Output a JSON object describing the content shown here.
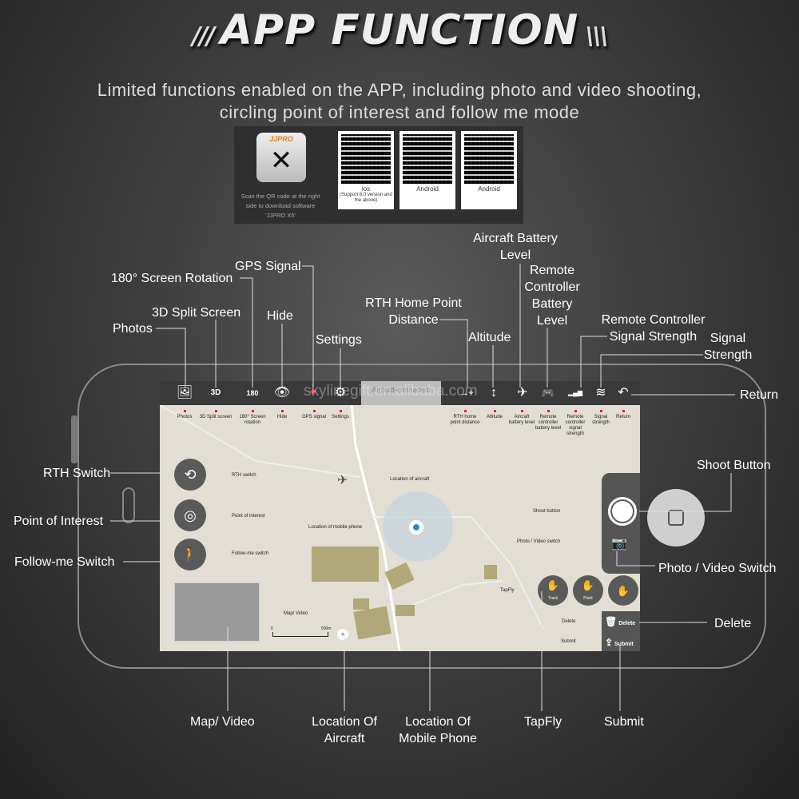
{
  "header": {
    "slash_left": "/// ",
    "title": "APP FUNCTION",
    "slash_right": " \\\\\\",
    "subtitle_line1": "Limited functions enabled on the APP, including photo and video shooting,",
    "subtitle_line2": "circling point of interest and follow me mode"
  },
  "download": {
    "app_brand": "JJPRO",
    "scan_text": "Scan the QR code at the right side to download software 'JJPRO X5'",
    "qr_codes": [
      {
        "label": "ios",
        "note": "(Support 8.0 version and the above)"
      },
      {
        "label": "Android",
        "note": ""
      },
      {
        "label": "Android",
        "note": ""
      }
    ]
  },
  "screen": {
    "search_text": "Aircraft-connected",
    "watermark": "skylinegift.en.alibaba.com",
    "toolbar": [
      {
        "icon": "photos-icon",
        "glyph": "🖼",
        "label": "Photos"
      },
      {
        "icon": "3d-view-icon",
        "glyph": "3D",
        "label": "3D Split screen"
      },
      {
        "icon": "rotation-icon",
        "glyph": "180",
        "label": "180° Screen rotation"
      },
      {
        "icon": "eye-icon",
        "glyph": "👁",
        "label": "Hide"
      },
      {
        "icon": "gps-icon",
        "glyph": "✦",
        "label": "GPS signal"
      },
      {
        "icon": "gear-icon",
        "glyph": "⚙",
        "label": "Settings"
      },
      {
        "icon": "home-distance-icon",
        "glyph": "→⌖",
        "label": "RTH home point distance"
      },
      {
        "icon": "altitude-icon",
        "glyph": "↕",
        "label": "Altitude"
      },
      {
        "icon": "aircraft-battery-icon",
        "glyph": "✈",
        "label": "Aircraft battery level"
      },
      {
        "icon": "controller-battery-icon",
        "glyph": "🎮",
        "label": "Remote controller battery level"
      },
      {
        "icon": "controller-signal-icon",
        "glyph": "▂▄▆",
        "label": "Remote controller signal strength"
      },
      {
        "icon": "wifi-icon",
        "glyph": "≋",
        "label": "Signal strength"
      },
      {
        "icon": "return-icon",
        "glyph": "↶",
        "label": "Return"
      }
    ],
    "map_labels": {
      "rth": "RTH switch",
      "poi": "Point of interest",
      "follow": "Follow-me switch",
      "aircraft": "Location of aircraft",
      "phone": "Location of mobile phone",
      "mapvideo": "Map/ Video",
      "shoot": "Shoot button",
      "photovideo": "Photo / Video switch",
      "tapfly": "TapFly",
      "delete": "Delete",
      "submit": "Submit",
      "scale_start": "0",
      "scale_end": "500m"
    },
    "buttons": {
      "track": "Track",
      "point": "Point",
      "delete": "Delete",
      "submit": "Submit"
    }
  },
  "callouts": {
    "photos": "Photos",
    "split": "3D Split Screen",
    "rotation": "180° Screen Rotation",
    "gps": "GPS Signal",
    "hide": "Hide",
    "settings": "Settings",
    "rth_distance": "RTH Home Point Distance",
    "altitude": "Altitude",
    "aircraft_battery": "Aircraft Battery Level",
    "rc_battery": "Remote Controller Battery Level",
    "rc_signal": "Remote Controller Signal Strength",
    "signal": "Signal Strength",
    "return": "Return",
    "rth_switch": "RTH Switch",
    "poi": "Point of Interest",
    "follow": "Follow-me Switch",
    "shoot": "Shoot Button",
    "photo_video": "Photo / Video Switch",
    "delete": "Delete",
    "map_video": "Map/ Video",
    "loc_aircraft": "Location Of Aircraft",
    "loc_phone": "Location Of Mobile Phone",
    "tapfly": "TapFly",
    "submit": "Submit"
  }
}
